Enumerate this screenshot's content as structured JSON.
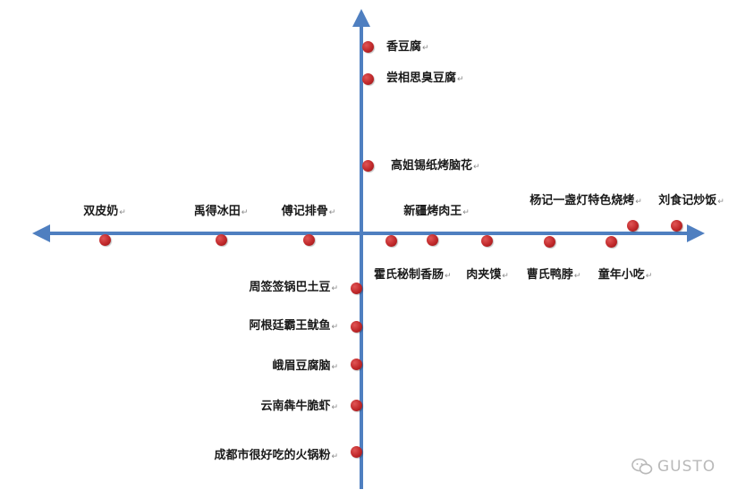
{
  "colors": {
    "axis": "#4f7fc0",
    "dot": "#c0282a",
    "text": "#1a1a1a"
  },
  "return_mark": "↵",
  "items": [
    {
      "id": "xiang-doufu",
      "label": "香豆腐"
    },
    {
      "id": "changxiang-si-choudoufu",
      "label": "尝相思臭豆腐"
    },
    {
      "id": "gaojie-xizhi-naohua",
      "label": "高姐锡纸烤脑花"
    },
    {
      "id": "xinjiang-kaorouwang",
      "label": "新疆烤肉王"
    },
    {
      "id": "yangji-shaokao",
      "label": "杨记一盏灯特色烧烤"
    },
    {
      "id": "liushiji-chaofan",
      "label": "刘食记炒饭"
    },
    {
      "id": "shuangpinai",
      "label": "双皮奶"
    },
    {
      "id": "yude-bingtian",
      "label": "禹得冰田"
    },
    {
      "id": "fuji-paigu",
      "label": "傅记排骨"
    },
    {
      "id": "huoshi-xiangchang",
      "label": "霍氏秘制香肠"
    },
    {
      "id": "roujiamo",
      "label": "肉夹馍"
    },
    {
      "id": "caoshi-yabo",
      "label": "曹氏鸭脖"
    },
    {
      "id": "tongnian-xiaochi",
      "label": "童年小吃"
    },
    {
      "id": "zhou-boboguo-tudou",
      "label": "周签签锅巴土豆"
    },
    {
      "id": "agenting-youyu",
      "label": "阿根廷霸王鱿鱼"
    },
    {
      "id": "emei-doufunao",
      "label": "峨眉豆腐脑"
    },
    {
      "id": "yunnan-niuniu-cuixia",
      "label": "云南犇牛脆虾"
    },
    {
      "id": "chengdu-huoguofen",
      "label": "成都市很好吃的火锅粉"
    }
  ],
  "watermark": {
    "icon": "wechat-icon",
    "text": "GUSTO"
  }
}
